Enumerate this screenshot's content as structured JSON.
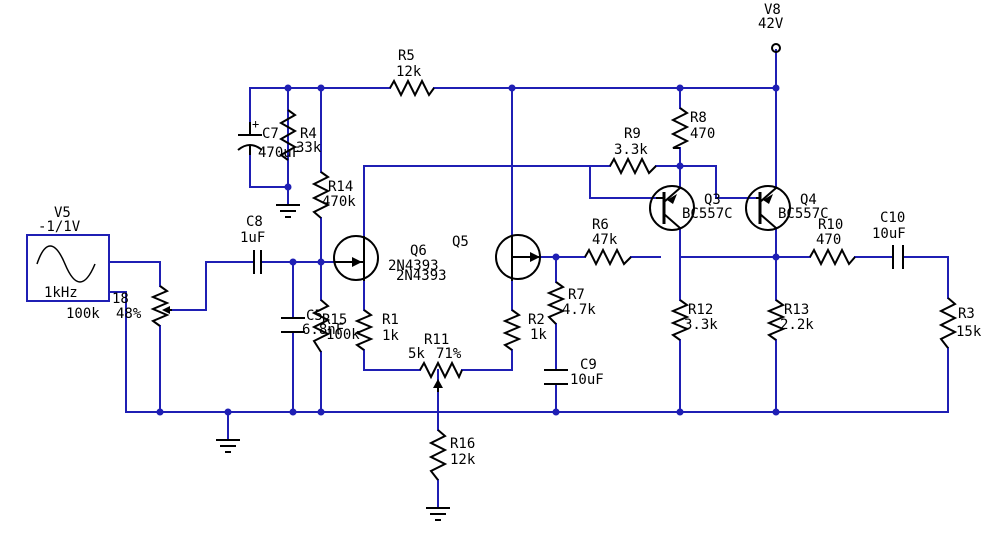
{
  "supply": {
    "name": "V8",
    "value": "42V"
  },
  "source": {
    "name": "V5",
    "value": "-1/1V",
    "freq": "1kHz"
  },
  "components": {
    "R5": {
      "name": "R5",
      "value": "12k"
    },
    "R4": {
      "name": "R4",
      "value": "33k"
    },
    "C7": {
      "name": "C7",
      "value": "470uF"
    },
    "R14": {
      "name": "R14",
      "value": "470k"
    },
    "C8": {
      "name": "C8",
      "value": "1uF"
    },
    "R18": {
      "name": "18",
      "value": "100k",
      "extra": "48%"
    },
    "C5": {
      "name": "C5",
      "value": "6.8nF"
    },
    "R15": {
      "name": "R15",
      "value": "100k"
    },
    "Q6": {
      "name": "Q6",
      "model": "2N4393"
    },
    "Q5": {
      "name": "Q5",
      "model": "2N4393"
    },
    "R1": {
      "name": "R1",
      "value": "1k"
    },
    "R11": {
      "name": "R11",
      "value": "5k",
      "extra": "71%"
    },
    "R16": {
      "name": "R16",
      "value": "12k"
    },
    "R2": {
      "name": "R2",
      "value": "1k"
    },
    "R7": {
      "name": "R7",
      "value": "4.7k"
    },
    "C9": {
      "name": "C9",
      "value": "10uF"
    },
    "R6": {
      "name": "R6",
      "value": "47k"
    },
    "R9": {
      "name": "R9",
      "value": "3.3k"
    },
    "R8": {
      "name": "R8",
      "value": "470"
    },
    "Q3": {
      "name": "Q3",
      "model": "BC557C"
    },
    "Q4": {
      "name": "Q4",
      "model": "BC557C"
    },
    "R12": {
      "name": "R12",
      "value": "3.3k"
    },
    "R13": {
      "name": "R13",
      "value": "2.2k"
    },
    "R10": {
      "name": "R10",
      "value": "470"
    },
    "C10": {
      "name": "C10",
      "value": "10uF"
    },
    "R3": {
      "name": "R3",
      "value": "15k"
    }
  },
  "colors": {
    "wire": "#1f1fb4",
    "component": "#000000",
    "background": "#ffffff"
  }
}
